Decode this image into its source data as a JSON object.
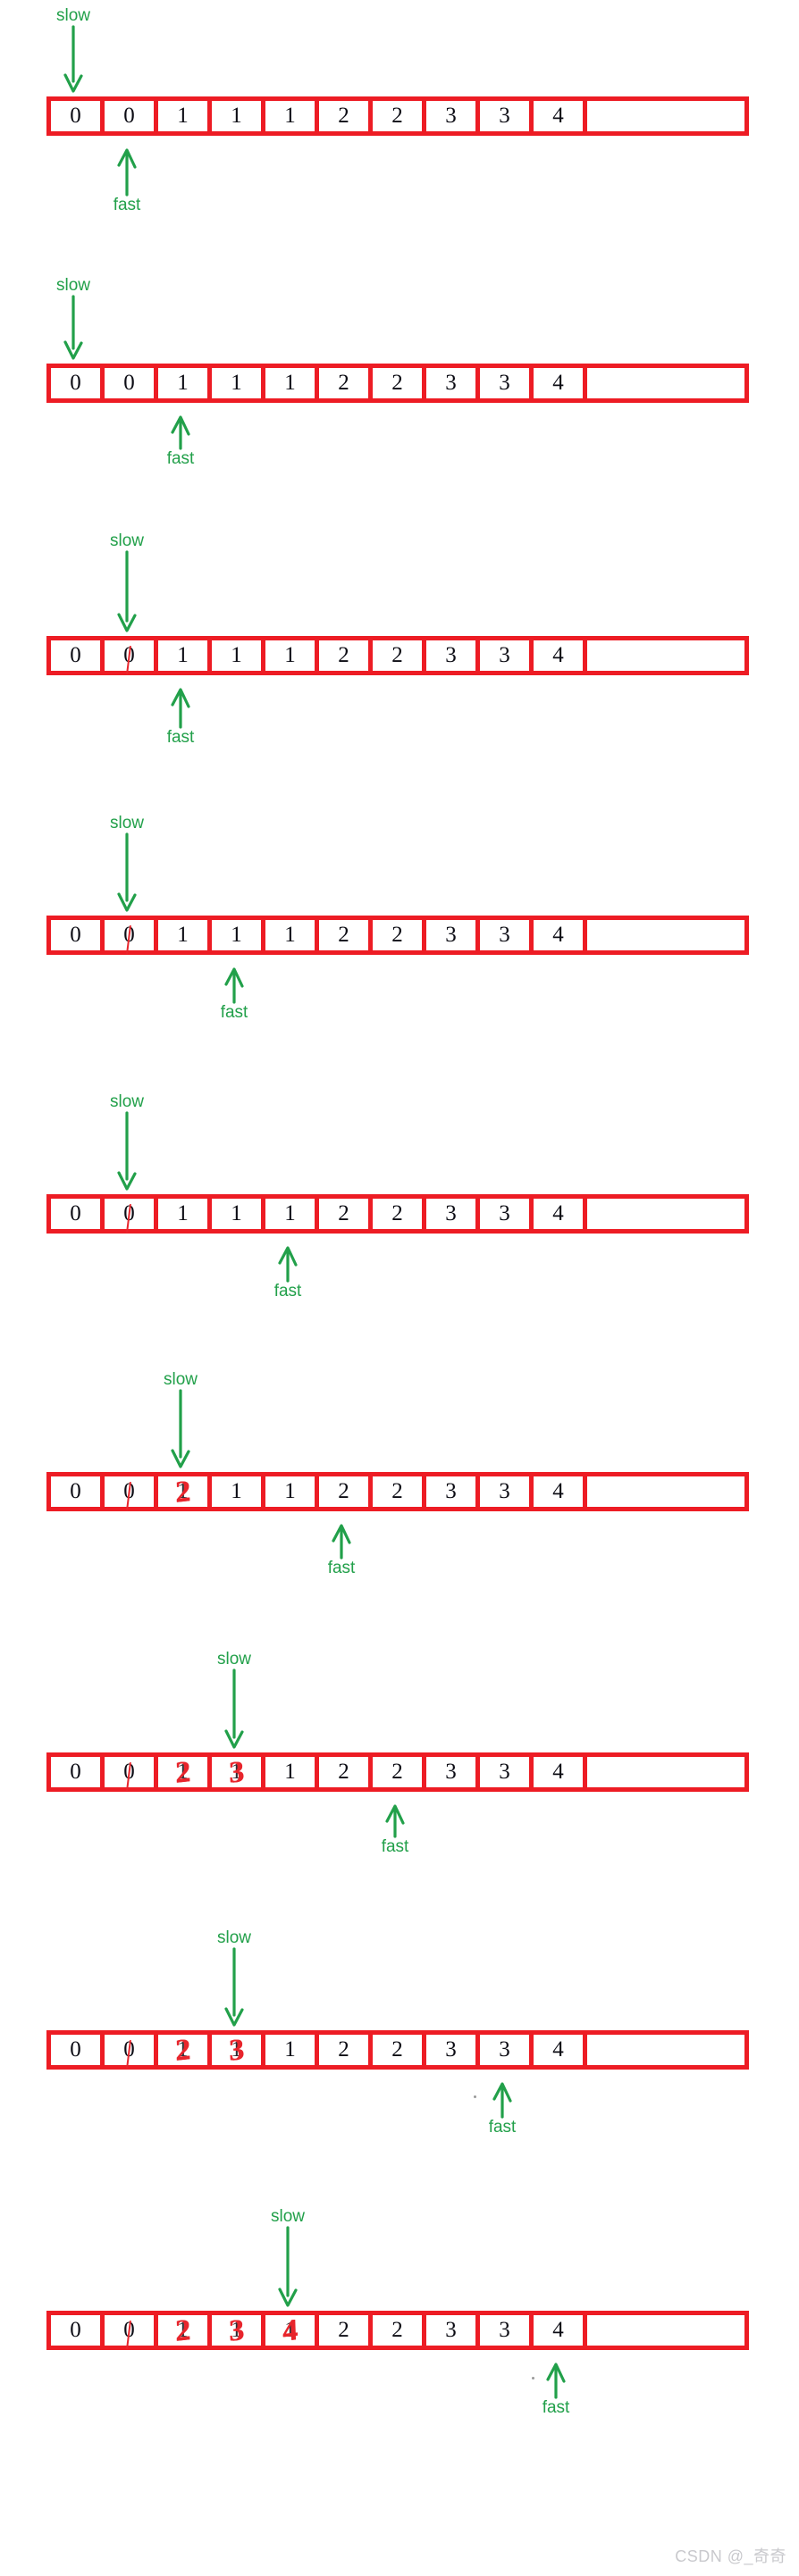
{
  "diagram": {
    "title": "Fast and slow pointer array de-duplication trace",
    "colors": {
      "array_border": "#ed1c24",
      "pointer": "#22a04a",
      "overwrite_ink": "#e8252c",
      "digit": "#0c0c14",
      "watermark": "#c9c9cd"
    },
    "pointer_labels": {
      "slow": "slow",
      "fast": "fast"
    },
    "cell_count": 10,
    "tail_cell_label": "",
    "steps": [
      {
        "id": "step-1",
        "cells": [
          "0",
          "0",
          "1",
          "1",
          "1",
          "2",
          "2",
          "3",
          "3",
          "4"
        ],
        "overwrites": [],
        "strikes": [],
        "slow_index": 0,
        "fast_index": 1,
        "slow_label": "slow",
        "fast_label": "fast"
      },
      {
        "id": "step-2",
        "cells": [
          "0",
          "0",
          "1",
          "1",
          "1",
          "2",
          "2",
          "3",
          "3",
          "4"
        ],
        "overwrites": [],
        "strikes": [],
        "slow_index": 0,
        "fast_index": 2,
        "slow_label": "slow",
        "fast_label": "fast"
      },
      {
        "id": "step-3",
        "cells": [
          "0",
          "0",
          "1",
          "1",
          "1",
          "2",
          "2",
          "3",
          "3",
          "4"
        ],
        "overwrites": [],
        "strikes": [
          1
        ],
        "slow_index": 1,
        "fast_index": 2,
        "slow_label": "slow",
        "fast_label": "fast"
      },
      {
        "id": "step-4",
        "cells": [
          "0",
          "0",
          "1",
          "1",
          "1",
          "2",
          "2",
          "3",
          "3",
          "4"
        ],
        "overwrites": [],
        "strikes": [
          1
        ],
        "slow_index": 1,
        "fast_index": 3,
        "slow_label": "slow",
        "fast_label": "fast"
      },
      {
        "id": "step-5",
        "cells": [
          "0",
          "0",
          "1",
          "1",
          "1",
          "2",
          "2",
          "3",
          "3",
          "4"
        ],
        "overwrites": [],
        "strikes": [
          1
        ],
        "slow_index": 1,
        "fast_index": 4,
        "slow_label": "slow",
        "fast_label": "fast"
      },
      {
        "id": "step-6",
        "cells": [
          "0",
          "0",
          "1",
          "1",
          "1",
          "2",
          "2",
          "3",
          "3",
          "4"
        ],
        "overwrites": [
          {
            "index": 2,
            "value": "2"
          }
        ],
        "strikes": [
          1
        ],
        "slow_index": 2,
        "fast_index": 5,
        "slow_label": "slow",
        "fast_label": "fast"
      },
      {
        "id": "step-7",
        "cells": [
          "0",
          "0",
          "1",
          "1",
          "1",
          "2",
          "2",
          "3",
          "3",
          "4"
        ],
        "overwrites": [
          {
            "index": 2,
            "value": "2"
          },
          {
            "index": 3,
            "value": "3"
          }
        ],
        "strikes": [
          1
        ],
        "slow_index": 3,
        "fast_index": 6,
        "slow_label": "slow",
        "fast_label": "fast"
      },
      {
        "id": "step-8",
        "cells": [
          "0",
          "0",
          "1",
          "1",
          "1",
          "2",
          "2",
          "3",
          "3",
          "4"
        ],
        "overwrites": [
          {
            "index": 2,
            "value": "2"
          },
          {
            "index": 3,
            "value": "3"
          }
        ],
        "strikes": [
          1
        ],
        "slow_index": 3,
        "fast_index": 8,
        "slow_label": "slow",
        "fast_label": "fast"
      },
      {
        "id": "step-9",
        "cells": [
          "0",
          "0",
          "1",
          "1",
          "1",
          "2",
          "2",
          "3",
          "3",
          "4"
        ],
        "overwrites": [
          {
            "index": 2,
            "value": "2"
          },
          {
            "index": 3,
            "value": "3"
          },
          {
            "index": 4,
            "value": "4"
          }
        ],
        "strikes": [
          1
        ],
        "slow_index": 4,
        "fast_index": 9,
        "slow_label": "slow",
        "fast_label": "fast"
      }
    ],
    "watermark": "CSDN @_奇奇"
  }
}
